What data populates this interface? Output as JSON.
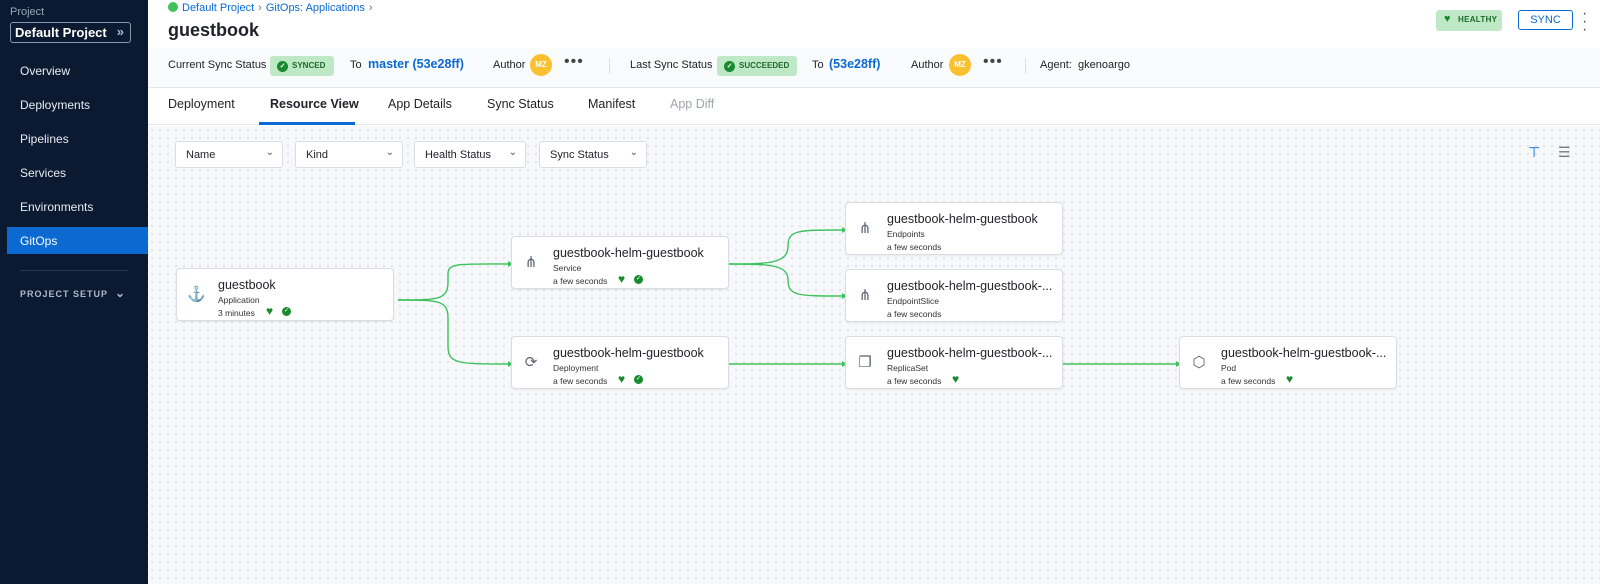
{
  "sidebar": {
    "project_label": "Project",
    "project_name": "Default Project",
    "items": [
      "Overview",
      "Deployments",
      "Pipelines",
      "Services",
      "Environments",
      "GitOps"
    ],
    "active": "GitOps",
    "setup_label": "PROJECT SETUP"
  },
  "header": {
    "breadcrumb": [
      "Default Project",
      "GitOps: Applications"
    ],
    "title": "guestbook",
    "health_badge": "HEALTHY",
    "sync_button": "SYNC"
  },
  "status": {
    "current_label": "Current Sync Status",
    "current_badge": "SYNCED",
    "to_label": "To",
    "current_target": "master (53e28ff)",
    "author_label": "Author",
    "current_author_initials": "MZ",
    "last_label": "Last Sync Status",
    "last_badge": "SUCCEEDED",
    "last_to_label": "To",
    "last_target": "(53e28ff)",
    "last_author_label": "Author",
    "last_author_initials": "MZ",
    "agent_label": "Agent:",
    "agent_value": "gkenoargo"
  },
  "tabs": [
    "Deployment",
    "Resource View",
    "App Details",
    "Sync Status",
    "Manifest",
    "App Diff"
  ],
  "active_tab": "Resource View",
  "filters": [
    "Name",
    "Kind",
    "Health Status",
    "Sync Status"
  ],
  "nodes": [
    {
      "name": "guestbook",
      "kind": "Application",
      "time": "3 minutes",
      "healthy": true,
      "synced": true,
      "icon": "application-icon"
    },
    {
      "name": "guestbook-helm-guestbook",
      "kind": "Service",
      "time": "a few seconds",
      "healthy": true,
      "synced": true,
      "icon": "service-icon"
    },
    {
      "name": "guestbook-helm-guestbook",
      "kind": "Deployment",
      "time": "a few seconds",
      "healthy": true,
      "synced": true,
      "icon": "deployment-icon"
    },
    {
      "name": "guestbook-helm-guestbook",
      "kind": "Endpoints",
      "time": "a few seconds",
      "healthy": false,
      "synced": false,
      "icon": "endpoints-icon"
    },
    {
      "name": "guestbook-helm-guestbook-...",
      "kind": "EndpointSlice",
      "time": "a few seconds",
      "healthy": false,
      "synced": false,
      "icon": "endpointslice-icon"
    },
    {
      "name": "guestbook-helm-guestbook-...",
      "kind": "ReplicaSet",
      "time": "a few seconds",
      "healthy": true,
      "synced": false,
      "icon": "replicaset-icon"
    },
    {
      "name": "guestbook-helm-guestbook-...",
      "kind": "Pod",
      "time": "a few seconds",
      "healthy": true,
      "synced": false,
      "icon": "pod-icon"
    }
  ],
  "colors": {
    "accent": "#0a6ad2",
    "sidebar": "#0b1a30",
    "healthy": "#1a8a2e",
    "edge": "#3dc25d",
    "badge_bg": "#bfe8c6"
  }
}
